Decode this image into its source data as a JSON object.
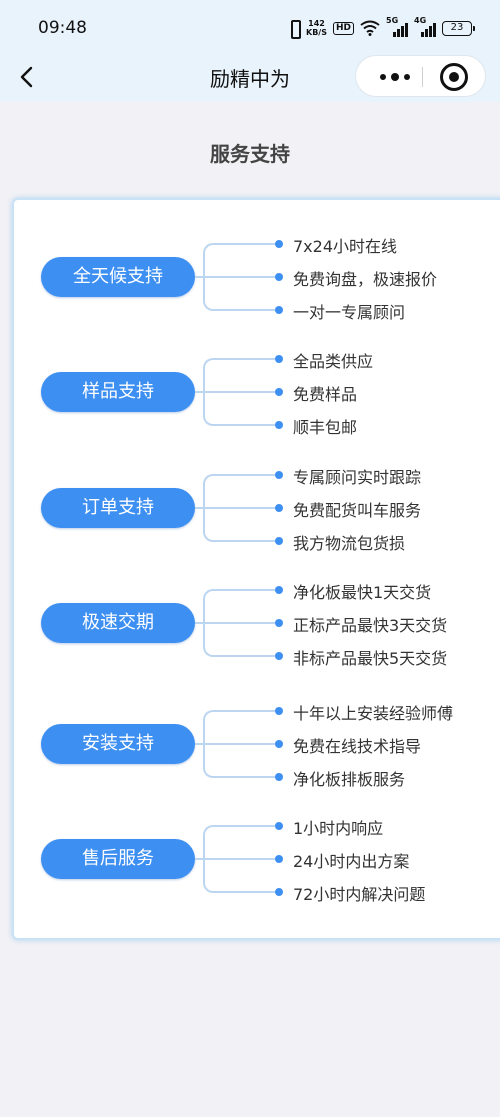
{
  "status_bar": {
    "time": "09:48",
    "net_speed_value": "142",
    "net_speed_unit": "KB/S",
    "hd_label": "HD",
    "sim1_label": "5G",
    "sim2_label": "4G",
    "battery": "23",
    "icons": [
      "vibrate-icon",
      "wifi-icon",
      "signal-icon",
      "battery-icon"
    ]
  },
  "nav": {
    "title": "励精中为",
    "icons": [
      "back-icon",
      "more-icon",
      "close-icon"
    ]
  },
  "section_title": "服务支持",
  "colors": {
    "header_bg": "#e9f3fb",
    "page_bg": "#f2f2f6",
    "accent": "#3d8ff2",
    "connector": "#bcd6f2",
    "card_border": "#c8e3f8"
  },
  "groups": [
    {
      "label": "全天候支持",
      "items": [
        "7x24小时在线",
        "免费询盘，极速报价",
        "一对一专属顾问"
      ]
    },
    {
      "label": "样品支持",
      "items": [
        "全品类供应",
        "免费样品",
        "顺丰包邮"
      ]
    },
    {
      "label": "订单支持",
      "items": [
        "专属顾问实时跟踪",
        "免费配货叫车服务",
        "我方物流包货损"
      ]
    },
    {
      "label": "极速交期",
      "items": [
        "净化板最快1天交货",
        "正标产品最快3天交货",
        "非标产品最快5天交货"
      ]
    },
    {
      "label": "安装支持",
      "items": [
        "十年以上安装经验师傅",
        "免费在线技术指导",
        "净化板排板服务"
      ]
    },
    {
      "label": "售后服务",
      "items": [
        "1小时内响应",
        "24小时内出方案",
        "72小时内解决问题"
      ]
    }
  ]
}
